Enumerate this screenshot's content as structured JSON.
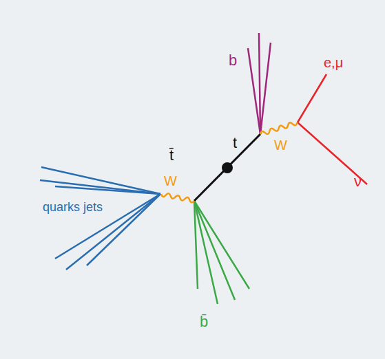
{
  "diagram": {
    "labels": [
      "b",
      "e,μ",
      "t",
      "W",
      "ν",
      "t̄",
      "W",
      "quarks jets",
      "b̄"
    ]
  }
}
